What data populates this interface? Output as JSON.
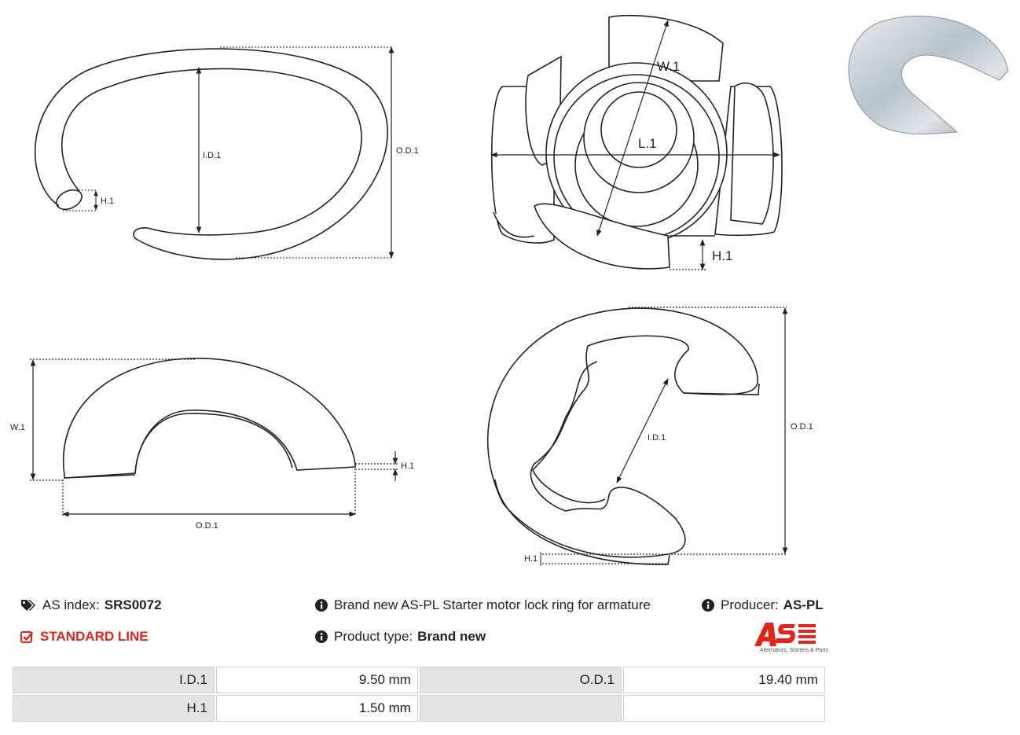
{
  "product": {
    "index_label": "AS index:",
    "index_value": "SRS0072",
    "line_label": "STANDARD LINE",
    "description": "Brand new AS-PL Starter motor lock ring for armature",
    "type_label": "Product type:",
    "type_value": "Brand new",
    "producer_label": "Producer:",
    "producer_value": "AS-PL"
  },
  "logo": {
    "mark": "AS",
    "tagline": "Alternators, Starters & Parts"
  },
  "drawings": {
    "ring": {
      "id": "I.D.1",
      "od": "O.D.1",
      "h": "H.1"
    },
    "top": {
      "w": "W.1",
      "l": "L.1",
      "h": "H.1"
    },
    "side": {
      "w": "W.1",
      "h": "H.1",
      "od": "O.D.1"
    },
    "clip": {
      "id": "I.D.1",
      "od": "O.D.1",
      "h": "H.1"
    }
  },
  "specs": [
    {
      "label_a": "I.D.1",
      "value_a": "9.50 mm",
      "label_b": "O.D.1",
      "value_b": "19.40 mm"
    },
    {
      "label_a": "H.1",
      "value_a": "1.50 mm",
      "label_b": "",
      "value_b": ""
    }
  ],
  "colors": {
    "accent": "#e1251b",
    "label_cell": "#e4e4e4"
  },
  "icons": {
    "tag": "tags-icon",
    "check": "check-square-icon",
    "info": "info-circle-icon"
  }
}
